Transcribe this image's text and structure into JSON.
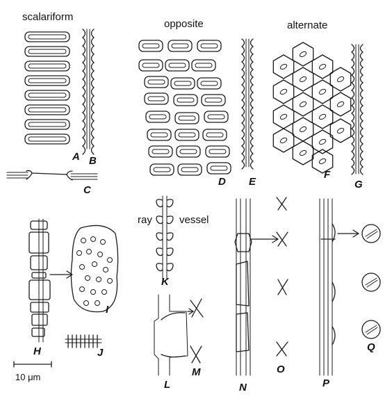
{
  "headings": {
    "scalariform": "scalariform",
    "opposite": "opposite",
    "alternate": "alternate",
    "ray": "ray",
    "vessel": "vessel"
  },
  "panel_letters": [
    "A",
    "B",
    "C",
    "D",
    "E",
    "F",
    "G",
    "H",
    "I",
    "J",
    "K",
    "L",
    "M",
    "N",
    "O",
    "P",
    "Q"
  ],
  "scale_bar": {
    "text": "10 μm"
  }
}
